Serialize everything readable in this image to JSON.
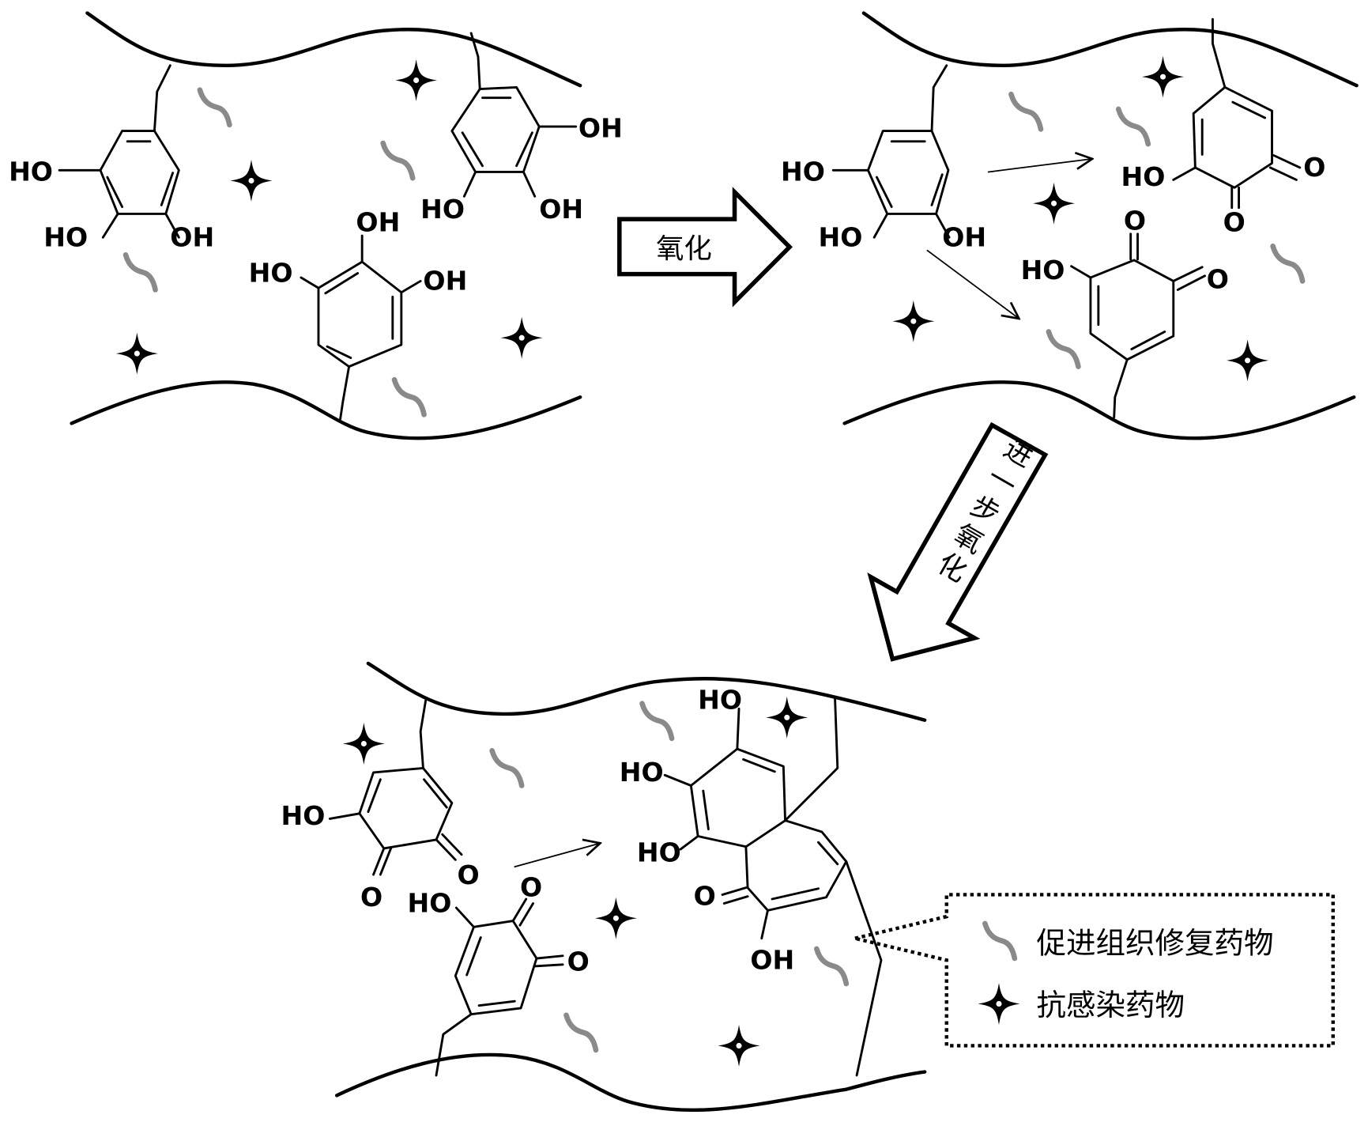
{
  "diagram": {
    "description": "Oxidation of pyrogallol-grafted polymer network releasing drugs",
    "step1_arrow_label": "氧化",
    "step2_arrow_label": "进一步氧化",
    "panels": [
      {
        "name": "before-oxidation",
        "molecules": [
          {
            "type": "pyrogallol",
            "labels": [
              "HO",
              "HO",
              "OH"
            ]
          },
          {
            "type": "pyrogallol",
            "labels": [
              "OH",
              "HO",
              "OH"
            ]
          },
          {
            "type": "pyrogallol",
            "labels": [
              "OH",
              "HO",
              "OH"
            ]
          }
        ]
      },
      {
        "name": "after-oxidation",
        "molecules": [
          {
            "type": "pyrogallol",
            "labels": [
              "HO",
              "HO",
              "OH"
            ]
          },
          {
            "type": "hydroxy-o-quinone",
            "labels": [
              "HO",
              "O",
              "O"
            ]
          },
          {
            "type": "hydroxy-o-quinone",
            "labels": [
              "HO",
              "O",
              "O"
            ]
          }
        ]
      },
      {
        "name": "further-oxidation",
        "molecules": [
          {
            "type": "hydroxy-o-quinone",
            "labels": [
              "HO",
              "O",
              "O"
            ]
          },
          {
            "type": "hydroxy-o-quinone",
            "labels": [
              "HO",
              "O",
              "O"
            ]
          },
          {
            "type": "purpurogallin-adduct",
            "labels": [
              "HO",
              "HO",
              "HO",
              "O",
              "OH"
            ]
          }
        ]
      }
    ],
    "atom_labels": {
      "HO": "HO",
      "OH": "OH",
      "O": "O"
    }
  },
  "legend": {
    "items": [
      {
        "icon": "squiggle-icon",
        "label": "促进组织修复药物",
        "color": "#8a8a8a"
      },
      {
        "icon": "four-point-star-icon",
        "label": "抗感染药物",
        "color": "#000000"
      }
    ]
  }
}
